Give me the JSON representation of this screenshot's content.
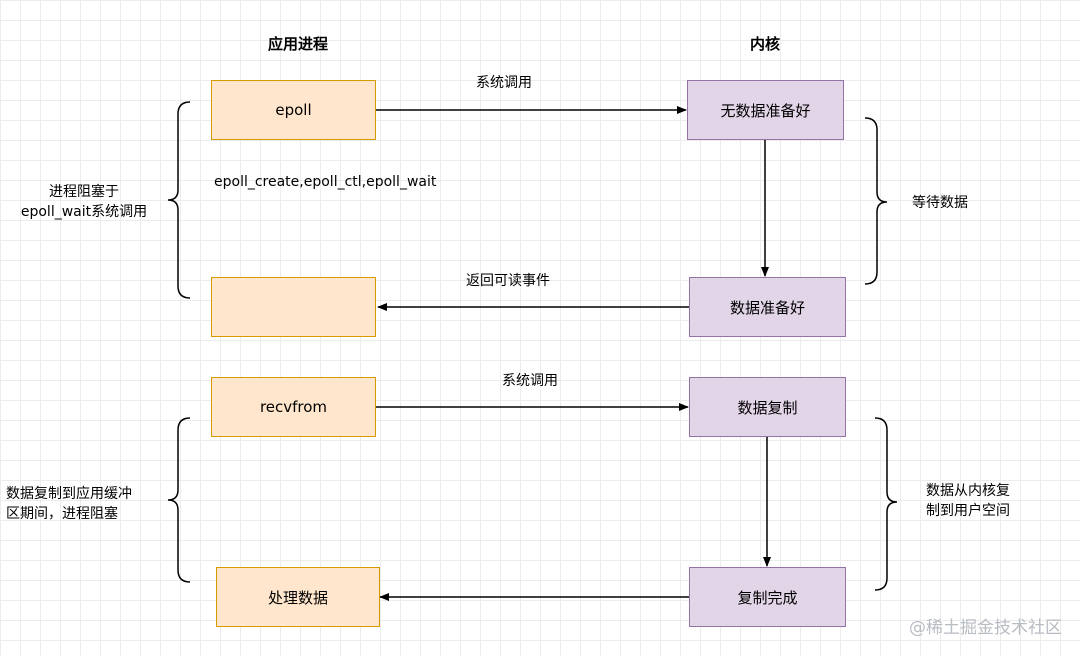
{
  "headers": {
    "app": "应用进程",
    "kernel": "内核"
  },
  "section1": {
    "app_box_top": "epoll",
    "app_box_bottom": "",
    "kernel_box_top": "无数据准备好",
    "kernel_box_bottom": "数据准备好",
    "call_label": "系统调用",
    "return_label": "返回可读事件",
    "functions_label": "epoll_create,epoll_ctl,epoll_wait",
    "left_brace_label": "进程阻塞于\nepoll_wait系统调用",
    "right_brace_label": "等待数据"
  },
  "section2": {
    "app_box_top": "recvfrom",
    "app_box_bottom": "处理数据",
    "kernel_box_top": "数据复制",
    "kernel_box_bottom": "复制完成",
    "call_label": "系统调用",
    "left_brace_label": "数据复制到应用缓冲\n区期间，进程阻塞",
    "right_brace_label": "数据从内核复\n制到用户空间"
  },
  "watermark": "@稀土掘金技术社区",
  "colors": {
    "app_fill": "#ffe6cc",
    "app_stroke": "#d79b00",
    "kernel_fill": "#e1d5e7",
    "kernel_stroke": "#9673a6",
    "line": "#000000"
  }
}
